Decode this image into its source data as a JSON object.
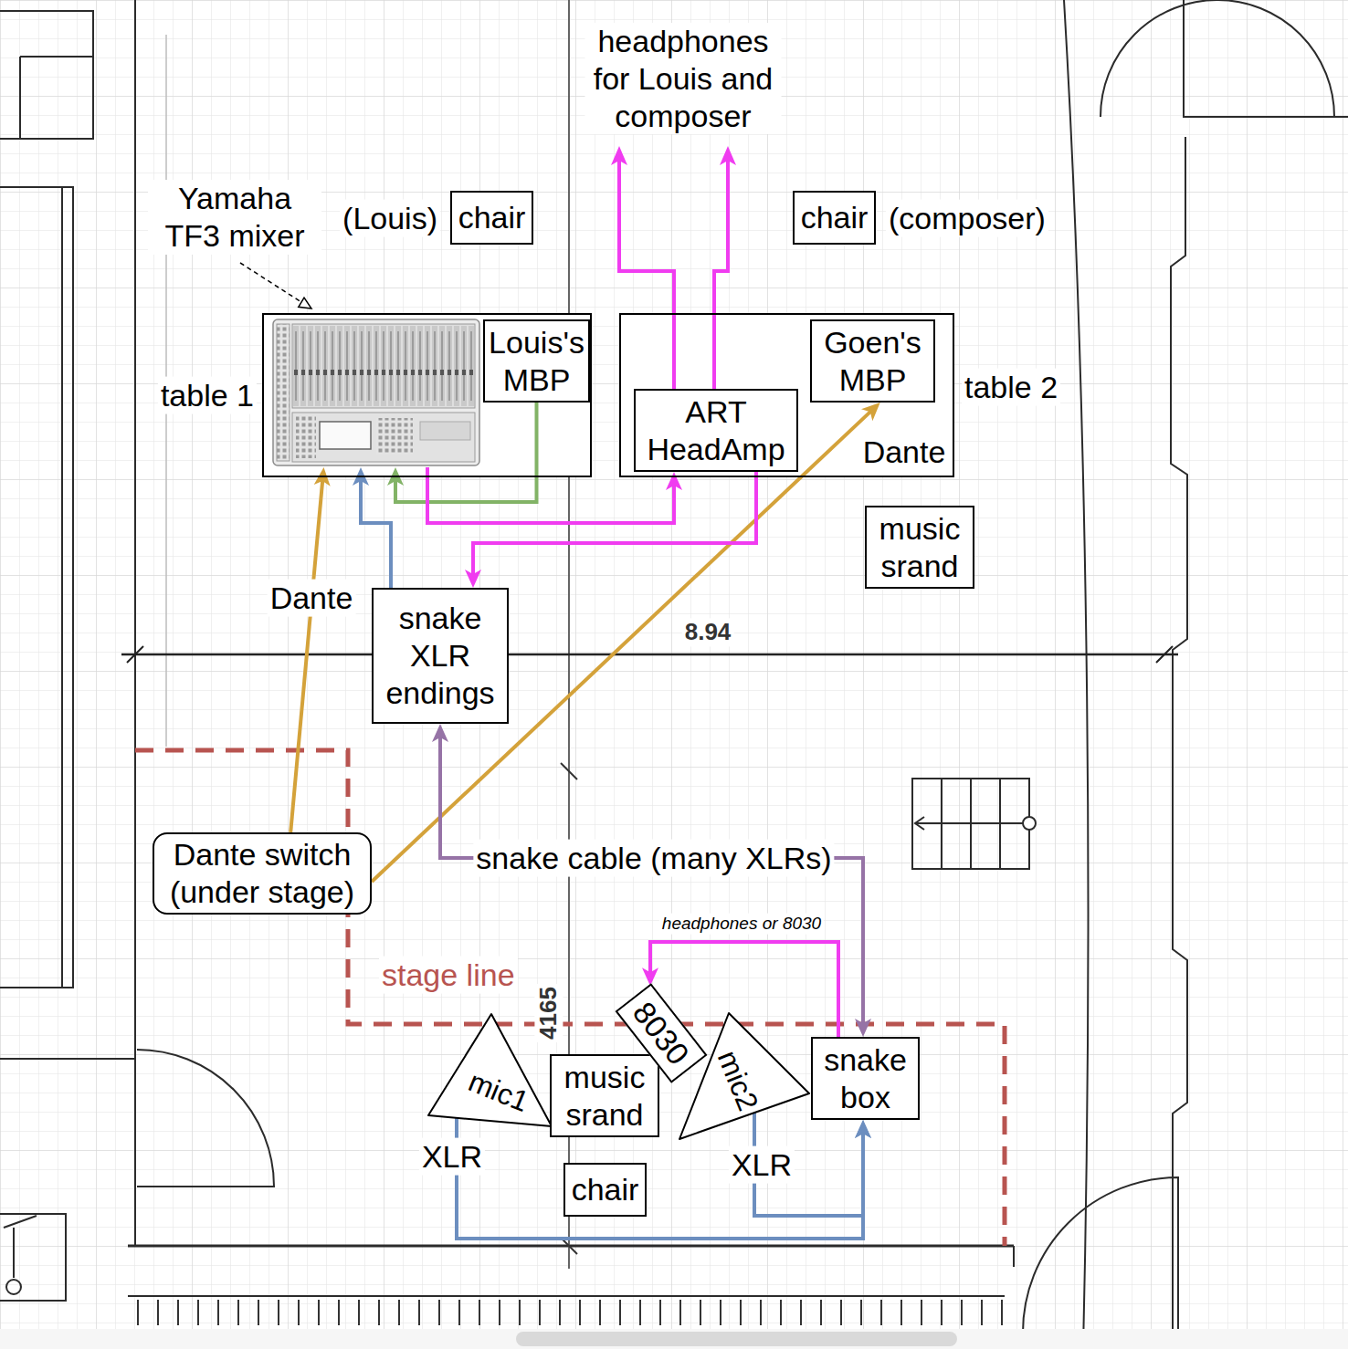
{
  "diagram": {
    "nodes": [
      {
        "text": [
          "chair"
        ]
      },
      {
        "text": [
          "chair"
        ]
      },
      {
        "text": [
          "table 1"
        ]
      },
      {
        "text": [
          "Yamaha TF3 mixer"
        ],
        "in": 2
      },
      {
        "text": [
          "Louis's MBP"
        ],
        "in": 2
      },
      {
        "text": [
          "table 2"
        ]
      },
      {
        "text": [
          "ART HeadAmp"
        ],
        "in": 5
      },
      {
        "text": [
          "Goen's MBP"
        ],
        "in": 5
      },
      {
        "text": [
          "music srand"
        ]
      },
      {
        "text": [
          "snake XLR endings"
        ]
      },
      {
        "text": [
          "Dante switch (under stage)"
        ]
      },
      {
        "text": [
          "mic1"
        ]
      },
      {
        "text": [
          "music srand"
        ]
      },
      {
        "text": [
          "8030"
        ]
      },
      {
        "text": [
          "mic2"
        ]
      },
      {
        "text": [
          "snake box"
        ]
      },
      {
        "text": [
          "chair"
        ]
      }
    ],
    "edges": [
      {
        "from": 10,
        "to": 3,
        "arrow": "to",
        "label": "Dante"
      },
      {
        "from": 10,
        "to": 7,
        "arrow": "to",
        "label": "Dante"
      },
      {
        "from": 9,
        "to": 3,
        "arrow": "to"
      },
      {
        "from": 4,
        "to": 3,
        "arrow": "to"
      },
      {
        "from": 3,
        "to": 6,
        "arrow": "to"
      },
      {
        "from": 6,
        "to": 9,
        "arrow": "to"
      },
      {
        "from": 9,
        "to": 15,
        "arrow": "both",
        "label": "snake cable (many XLRs)"
      },
      {
        "from": 15,
        "to": 13,
        "arrow": "to",
        "label": "headphones or 8030"
      },
      {
        "from": 11,
        "to": 15,
        "arrow": "to",
        "label": "XLR"
      },
      {
        "from": 14,
        "to": 15,
        "arrow": "to",
        "label": "XLR"
      }
    ],
    "labels": [
      "headphones for Louis and composer",
      "(Louis)",
      "(composer)",
      "8.94",
      "stage line",
      "4165"
    ]
  }
}
